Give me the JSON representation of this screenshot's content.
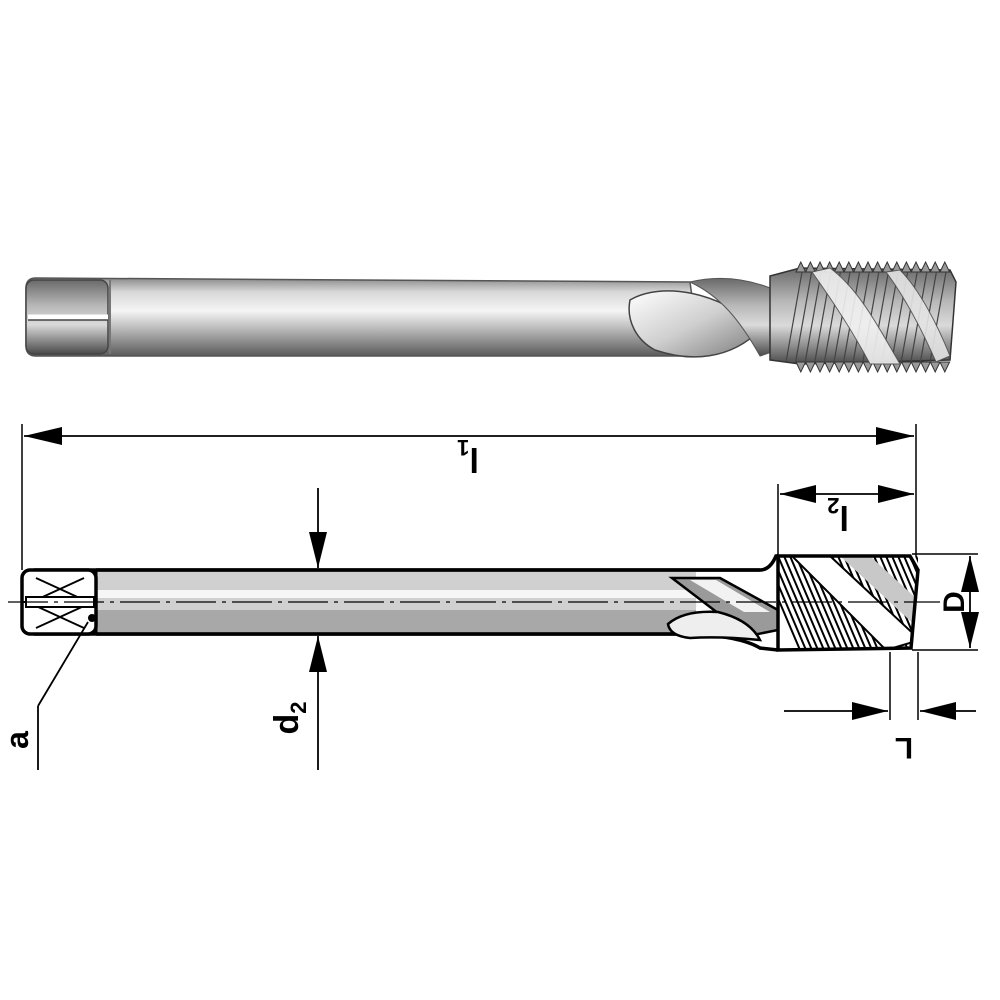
{
  "labels": {
    "overall_length": {
      "main": "l",
      "sub": "1"
    },
    "thread_length": {
      "main": "l",
      "sub": "2"
    },
    "shank_diameter": {
      "main": "d",
      "sub": "2"
    },
    "nominal_diameter": {
      "main": "D",
      "sub": ""
    },
    "chamfer_length": {
      "main": "L",
      "sub": ""
    },
    "square_size": {
      "main": "a",
      "sub": ""
    }
  },
  "colors": {
    "ink": "#000000",
    "steel_light": "#e6e6e6",
    "steel_mid": "#b4b4b4",
    "steel_dark": "#6e6e6e",
    "paper": "#ffffff"
  }
}
